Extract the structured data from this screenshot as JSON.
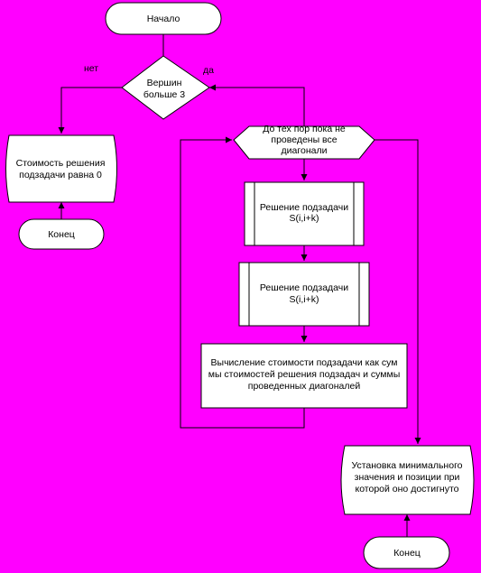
{
  "nodes": {
    "start": {
      "label": "Начало"
    },
    "condition": {
      "line1": "Вершин",
      "line2": "больше 3"
    },
    "branch_no": {
      "label": "нет"
    },
    "branch_yes": {
      "label": "да"
    },
    "cost_zero": {
      "line1": "Стоимость решения",
      "line2": "подзадачи равна 0"
    },
    "end_left": {
      "label": "Конец"
    },
    "loop": {
      "line1": "До тех пор пока не",
      "line2": "проведены все",
      "line3": "диагонали"
    },
    "subtask_1": {
      "line1": "Решение подзадачи",
      "line2": "S(i,i+k)"
    },
    "subtask_2": {
      "line1": "Решение подзадачи",
      "line2": "S(i,i+k)"
    },
    "compute_cost": {
      "line1": "Вычисление стоимости  подзадачи  как сум",
      "line2": "мы стоимостей решения подзадач и суммы",
      "line3": "проведенных диагоналей"
    },
    "set_min": {
      "line1": "Установка минимального",
      "line2": "значения и позиции при",
      "line3": "которой оно достигнуто"
    },
    "end_right": {
      "label": "Конец"
    }
  },
  "colors": {
    "background": "#ff00ff",
    "shape_fill": "#ffffff",
    "stroke": "#000000"
  }
}
